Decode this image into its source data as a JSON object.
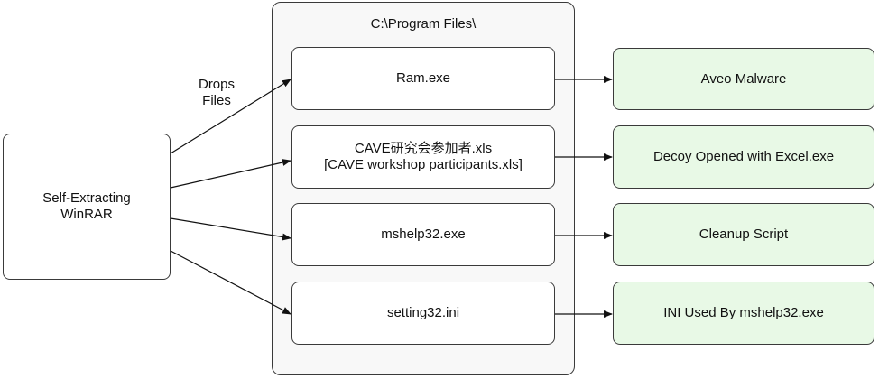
{
  "source": {
    "line1": "Self-Extracting",
    "line2": "WinRAR"
  },
  "edge_label": {
    "line1": "Drops",
    "line2": "Files"
  },
  "container": {
    "title": "C:\\Program Files\\"
  },
  "files": [
    {
      "line1": "Ram.exe"
    },
    {
      "line1": "CAVE研究会参加者.xls",
      "line2": "[CAVE workshop participants.xls]"
    },
    {
      "line1": "mshelp32.exe"
    },
    {
      "line1": "setting32.ini"
    }
  ],
  "results": [
    {
      "label": "Aveo Malware"
    },
    {
      "label": "Decoy Opened with Excel.exe"
    },
    {
      "label": "Cleanup Script"
    },
    {
      "label": "INI Used By mshelp32.exe"
    }
  ],
  "colors": {
    "result_fill": "#e8f9e6",
    "container_fill": "#f8f8f8",
    "stroke": "#3a3a3a"
  }
}
